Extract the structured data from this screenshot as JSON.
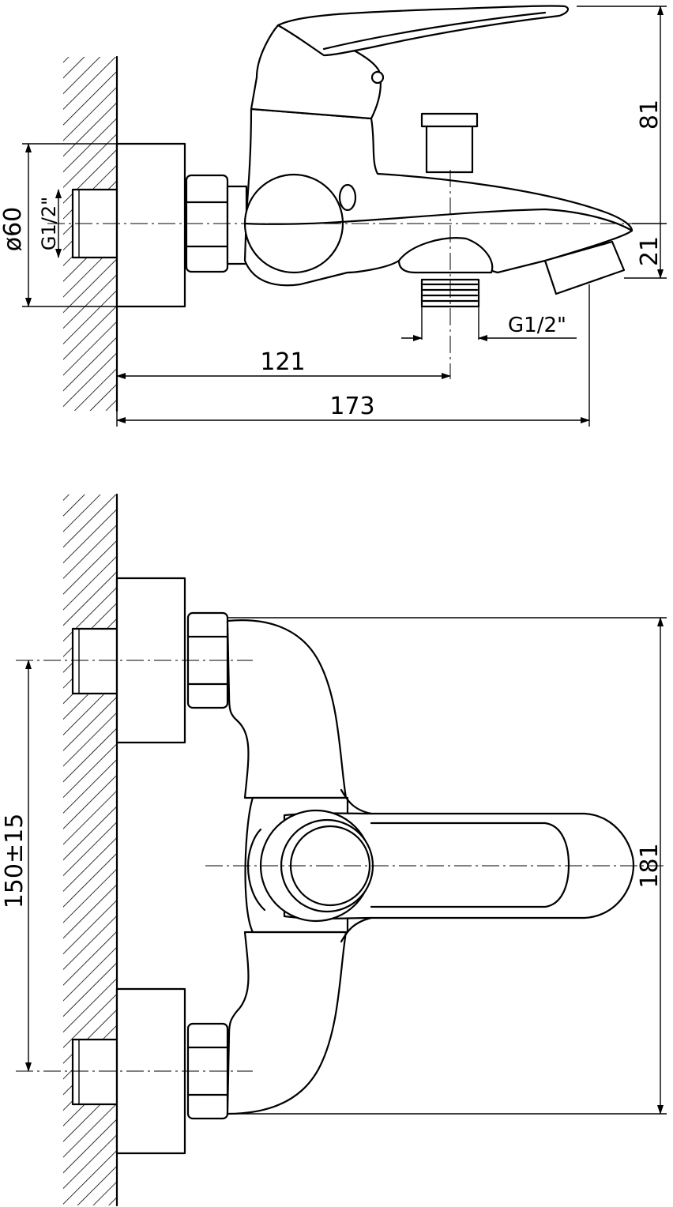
{
  "side_view": {
    "dim_height_top": "81",
    "dim_height_bottom": "21",
    "dim_diameter": "ø60",
    "dim_thread_wall": "G1/2\"",
    "dim_thread_outlet": "G1/2\"",
    "dim_outlet_distance": "121",
    "dim_total_length": "173"
  },
  "front_view": {
    "dim_center_distance": "150±15",
    "dim_total_height": "181"
  },
  "colors": {
    "line": "#000000",
    "background": "#ffffff"
  }
}
